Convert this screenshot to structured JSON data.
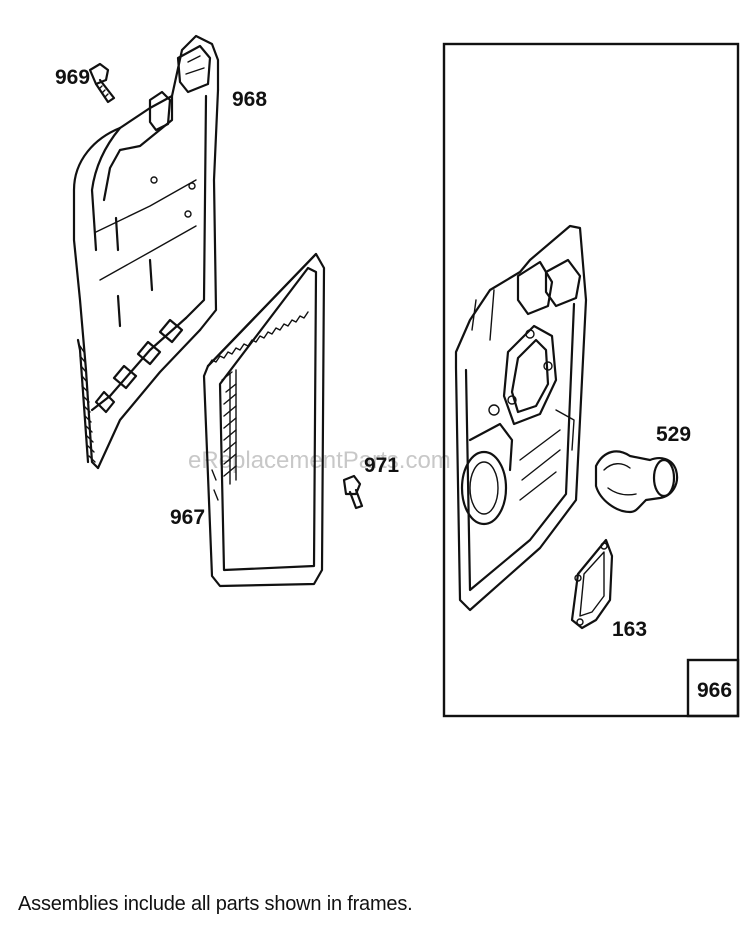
{
  "parts": {
    "p969": "969",
    "p968": "968",
    "p967": "967",
    "p971": "971",
    "p529": "529",
    "p163": "163"
  },
  "frame": {
    "assembly_number": "966"
  },
  "watermark": "eReplacementParts.com",
  "footnote": "Assemblies include all parts shown in frames."
}
